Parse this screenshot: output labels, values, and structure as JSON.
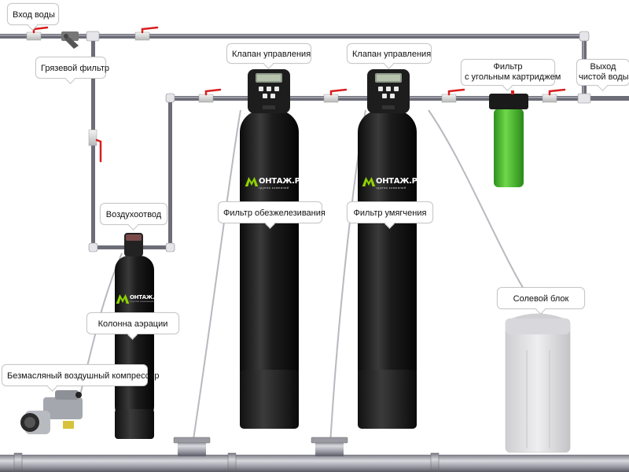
{
  "diagram": {
    "labels": {
      "water_inlet": "Вход воды",
      "mud_filter": "Грязевой фильтр",
      "control_valve_1": "Клапан управления",
      "control_valve_2": "Клапан управления",
      "carbon_filter_line1": "Фильтр",
      "carbon_filter_line2": "с угольным картриджем",
      "clean_outlet_line1": "Выход",
      "clean_outlet_line2": "чистой воды",
      "air_vent": "Воздухоотвод",
      "iron_removal_filter": "Фильтр обезжелезивания",
      "softening_filter": "Фильтр умягчения",
      "aeration_column": "Колонна аэрации",
      "compressor": "Безмасляный воздушный компрессор",
      "brine_tank": "Солевой блок"
    },
    "logo": {
      "brand": "ОНТАЖ.РУС",
      "subtitle": "группа компаний"
    },
    "colors": {
      "pipe": "#6d6d78",
      "valve_handle": "#d81e1e",
      "tank": "#1a1a1a",
      "logo_green": "#8fd400",
      "carbon_filter": "#4cbf2e",
      "brine_tank": "#e2e2e2",
      "drain_pipe": "#a9a9b2"
    }
  }
}
